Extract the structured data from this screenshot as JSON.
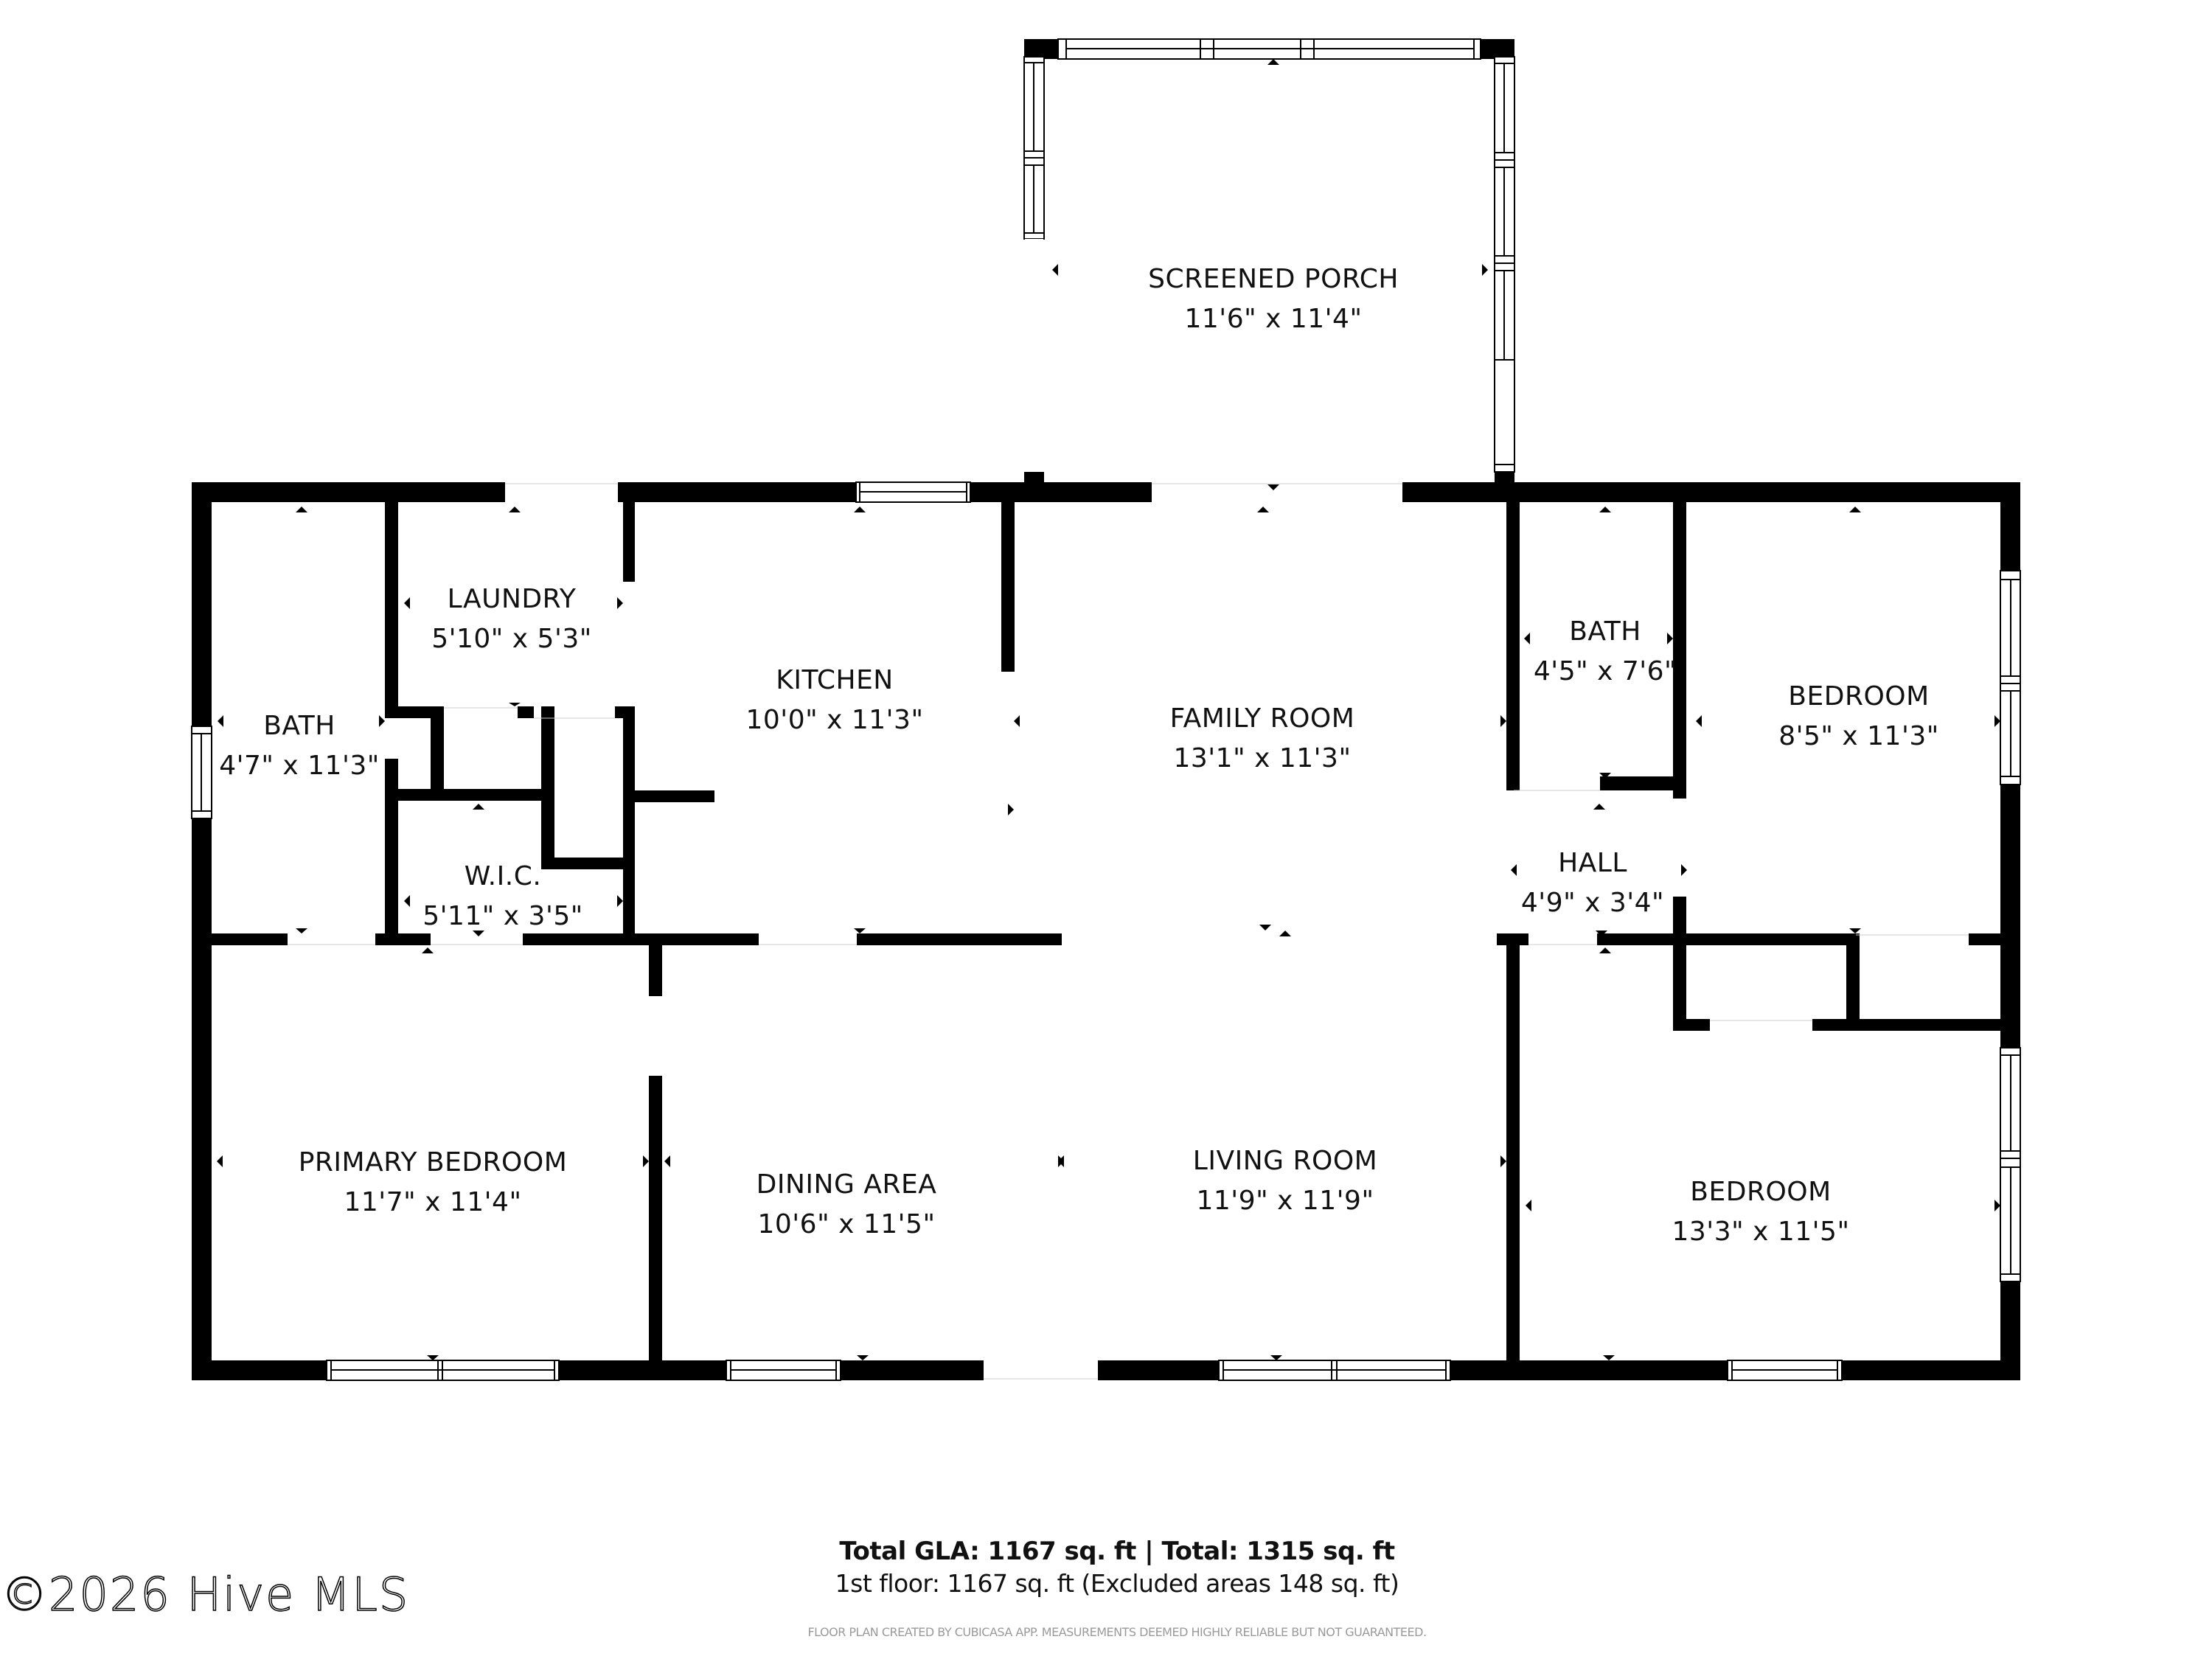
{
  "floor_plan": {
    "rooms": [
      {
        "id": "screened-porch",
        "name": "SCREENED PORCH",
        "dims": "11'6\" x 11'4\""
      },
      {
        "id": "laundry",
        "name": "LAUNDRY",
        "dims": "5'10\" x 5'3\""
      },
      {
        "id": "bath-left",
        "name": "BATH",
        "dims": "4'7\" x 11'3\""
      },
      {
        "id": "wic",
        "name": "W.I.C.",
        "dims": "5'11\" x 3'5\""
      },
      {
        "id": "kitchen",
        "name": "KITCHEN",
        "dims": "10'0\" x 11'3\""
      },
      {
        "id": "family-room",
        "name": "FAMILY ROOM",
        "dims": "13'1\" x 11'3\""
      },
      {
        "id": "bath-right",
        "name": "BATH",
        "dims": "4'5\" x 7'6\""
      },
      {
        "id": "bedroom-upper",
        "name": "BEDROOM",
        "dims": "8'5\" x 11'3\""
      },
      {
        "id": "hall",
        "name": "HALL",
        "dims": "4'9\" x 3'4\""
      },
      {
        "id": "primary-bedroom",
        "name": "PRIMARY BEDROOM",
        "dims": "11'7\" x 11'4\""
      },
      {
        "id": "dining-area",
        "name": "DINING AREA",
        "dims": "10'6\" x 11'5\""
      },
      {
        "id": "living-room",
        "name": "LIVING ROOM",
        "dims": "11'9\" x 11'9\""
      },
      {
        "id": "bedroom-lower",
        "name": "BEDROOM",
        "dims": "13'3\" x 11'5\""
      }
    ]
  },
  "summary": {
    "totals": "Total GLA: 1167 sq. ft | Total: 1315 sq. ft",
    "floor": "1st floor: 1167 sq. ft (Excluded areas 148 sq. ft)"
  },
  "disclaimer": "FLOOR PLAN CREATED BY CUBICASA APP. MEASUREMENTS DEEMED HIGHLY RELIABLE BUT NOT GUARANTEED.",
  "watermark": "©2026 Hive MLS",
  "colors": {
    "wall": "#000000",
    "background": "#ffffff",
    "disclaimer": "#9a9a9a"
  }
}
